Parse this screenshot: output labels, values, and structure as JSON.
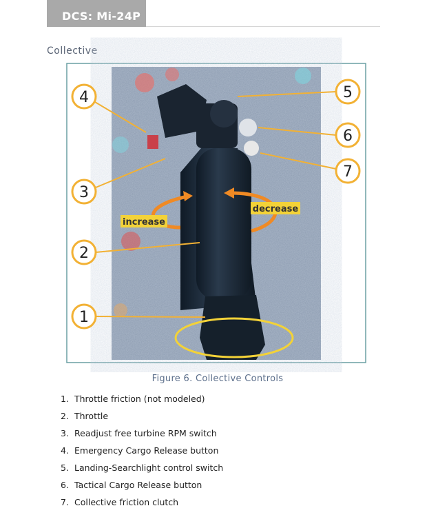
{
  "header": {
    "title": "DCS: Mi-24P"
  },
  "section": {
    "title": "Collective"
  },
  "figure": {
    "caption": "Figure 6. Collective Controls",
    "callouts": [
      "1",
      "2",
      "3",
      "4",
      "5",
      "6",
      "7"
    ],
    "labels": {
      "increase": "increase",
      "decrease": "decrease"
    },
    "colors": {
      "callout": "#f2b134",
      "arrow": "#f08a24",
      "frame": "#6a9fa3",
      "grip": "#1c2836"
    }
  },
  "items": [
    {
      "num": "1.",
      "text": "Throttle friction (not modeled)"
    },
    {
      "num": "2.",
      "text": "Throttle"
    },
    {
      "num": "3.",
      "text": "Readjust free turbine RPM switch"
    },
    {
      "num": "4.",
      "text": "Emergency Cargo Release button"
    },
    {
      "num": "5.",
      "text": "Landing-Searchlight control switch"
    },
    {
      "num": "6.",
      "text": "Tactical Cargo Release button"
    },
    {
      "num": "7.",
      "text": "Collective friction clutch"
    }
  ]
}
